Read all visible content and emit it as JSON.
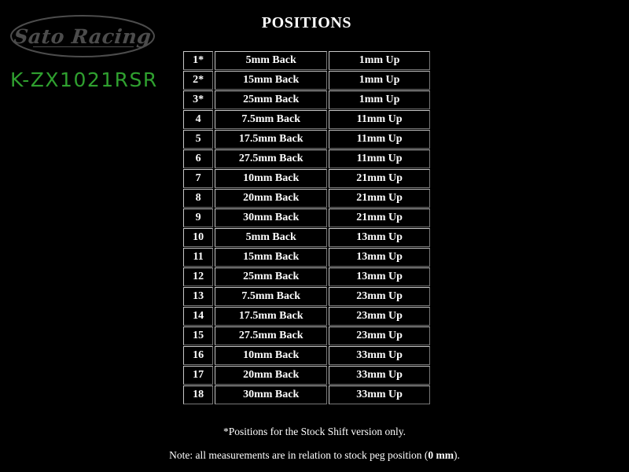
{
  "background_color": "#000000",
  "brand": {
    "logo_text": "Sato Racing",
    "logo_color": "#4c4c4c",
    "model_code": "K-ZX1021RSR",
    "model_code_color": "#2fa02f"
  },
  "header": {
    "title": "POSITIONS"
  },
  "table": {
    "columns": [
      "position",
      "back",
      "up"
    ],
    "rows": [
      {
        "position": "1*",
        "back": "5mm Back",
        "up": "1mm Up"
      },
      {
        "position": "2*",
        "back": "15mm Back",
        "up": "1mm Up"
      },
      {
        "position": "3*",
        "back": "25mm Back",
        "up": "1mm Up"
      },
      {
        "position": "4",
        "back": "7.5mm Back",
        "up": "11mm Up"
      },
      {
        "position": "5",
        "back": "17.5mm Back",
        "up": "11mm Up"
      },
      {
        "position": "6",
        "back": "27.5mm Back",
        "up": "11mm Up"
      },
      {
        "position": "7",
        "back": "10mm Back",
        "up": "21mm Up"
      },
      {
        "position": "8",
        "back": "20mm Back",
        "up": "21mm Up"
      },
      {
        "position": "9",
        "back": "30mm Back",
        "up": "21mm Up"
      },
      {
        "position": "10",
        "back": "5mm Back",
        "up": "13mm Up"
      },
      {
        "position": "11",
        "back": "15mm Back",
        "up": "13mm Up"
      },
      {
        "position": "12",
        "back": "25mm Back",
        "up": "13mm Up"
      },
      {
        "position": "13",
        "back": "7.5mm Back",
        "up": "23mm Up"
      },
      {
        "position": "14",
        "back": "17.5mm Back",
        "up": "23mm Up"
      },
      {
        "position": "15",
        "back": "27.5mm Back",
        "up": "23mm Up"
      },
      {
        "position": "16",
        "back": "10mm Back",
        "up": "33mm Up"
      },
      {
        "position": "17",
        "back": "20mm Back",
        "up": "33mm Up"
      },
      {
        "position": "18",
        "back": "30mm Back",
        "up": "33mm Up"
      }
    ]
  },
  "footnotes": {
    "star_note": "*Positions for the Stock Shift version only.",
    "measurement_note_prefix": "Note: all measurements are in relation to stock peg position (",
    "measurement_note_bold": "0 mm",
    "measurement_note_suffix": ")."
  }
}
